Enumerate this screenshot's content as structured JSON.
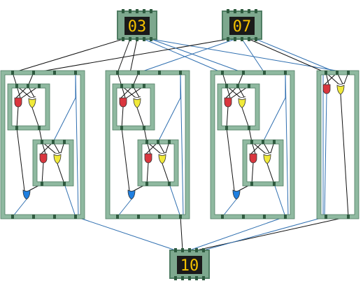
{
  "colors": {
    "frame": "#8fb9a0",
    "frame_edge": "#4f7d63",
    "frame_inner": "#c8ddd0",
    "port": "#2e5a3f",
    "wire_black": "#111111",
    "wire_blue": "#2f6fb0",
    "gate_red": "#d9363e",
    "gate_yellow": "#f1ea3a",
    "gate_blue": "#1f7fe0",
    "display_bg": "#1a1a1a",
    "display_text": "#f5c200",
    "box_fill": "#7da88e"
  },
  "inputs": [
    {
      "label": "03"
    },
    {
      "label": "07"
    }
  ],
  "output": {
    "label": "10"
  },
  "icons": [
    "and-gate-icon",
    "xor-gate-icon",
    "or-gate-icon"
  ]
}
